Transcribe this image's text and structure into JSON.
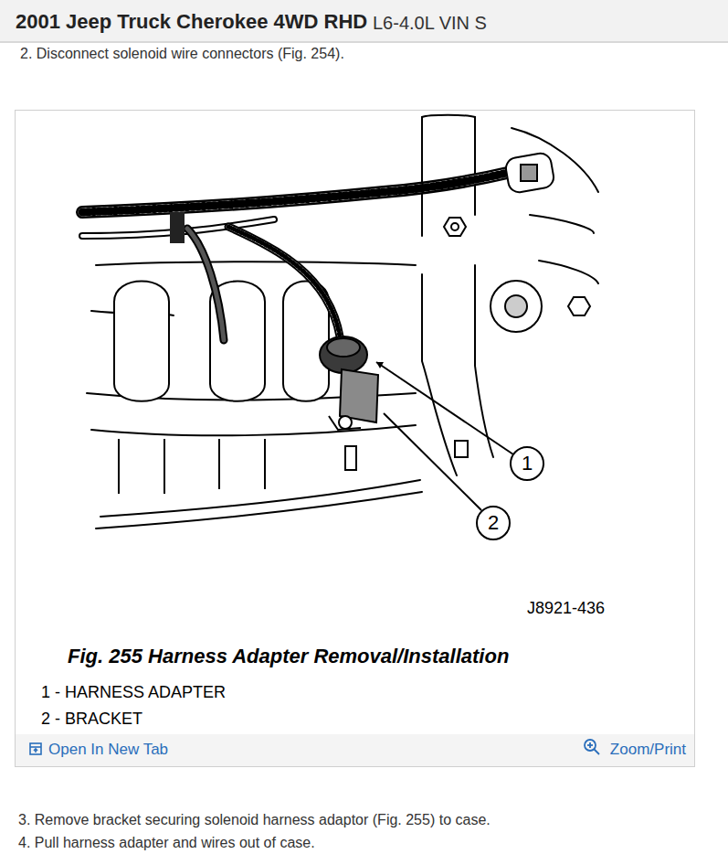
{
  "diagram": {
    "title": "2001 Jeep Truck Cherokee 4WD RHD",
    "caption": "Fig. 255 Harness Adapter Removal/Installation",
    "labels": [
      "L6-4.0L VIN S",
      "2. Disconnect solenoid wire connectors (Fig. 254).",
      "1",
      "2",
      "J8921-436",
      "1 - HARNESS ADAPTER",
      "2 - BRACKET",
      "Open In New Tab",
      "Zoom/Print",
      "3. Remove bracket securing solenoid harness adaptor (Fig. 255) to case.",
      "4. Pull harness adapter and wires out of case."
    ]
  }
}
